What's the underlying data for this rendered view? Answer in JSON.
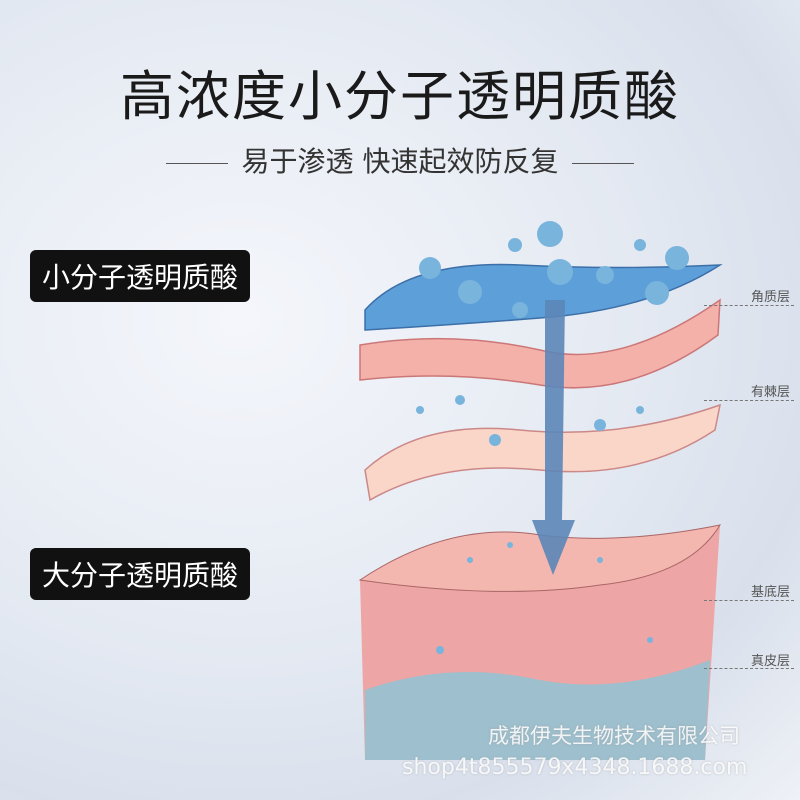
{
  "title": "高浓度小分子透明质酸",
  "subtitle": "易于渗透 快速起效防反复",
  "tags": {
    "small": "小分子透明质酸",
    "large": "大分子透明质酸"
  },
  "layers": [
    "角质层",
    "有棘层",
    "基底层",
    "真皮层"
  ],
  "watermark": {
    "company": "成都伊夫生物技术有限公司",
    "shop": "shop4t855579x4348.1688.com"
  },
  "colors": {
    "blue": "#5d9fd8",
    "pink": "#eea5a5",
    "skin": "#f6c9c0",
    "dermis": "#8fc3d3"
  }
}
